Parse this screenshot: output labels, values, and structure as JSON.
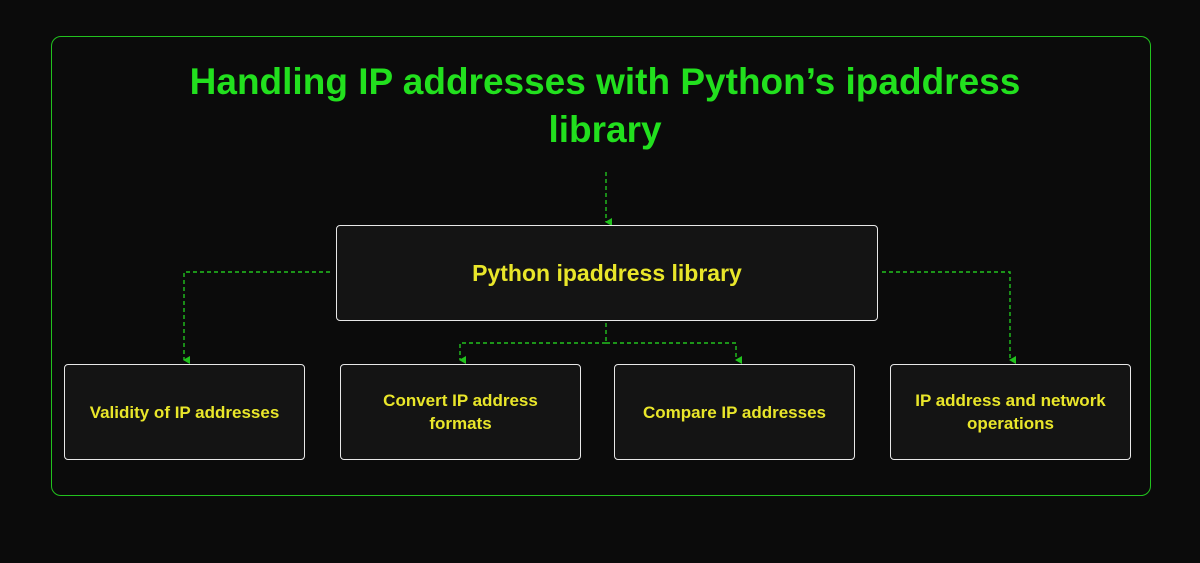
{
  "diagram": {
    "title": "Handling IP addresses with Python’s ipaddress library",
    "root": {
      "label": "Python ipaddress library"
    },
    "children": [
      {
        "label": "Validity of IP addresses"
      },
      {
        "label": "Convert IP address formats"
      },
      {
        "label": "Compare IP addresses"
      },
      {
        "label": "IP address and network operations"
      }
    ]
  },
  "colors": {
    "background": "#0b0b0b",
    "accent_green": "#22e01e",
    "box_text_yellow": "#e9e62a",
    "box_border": "#e8e8e8"
  }
}
